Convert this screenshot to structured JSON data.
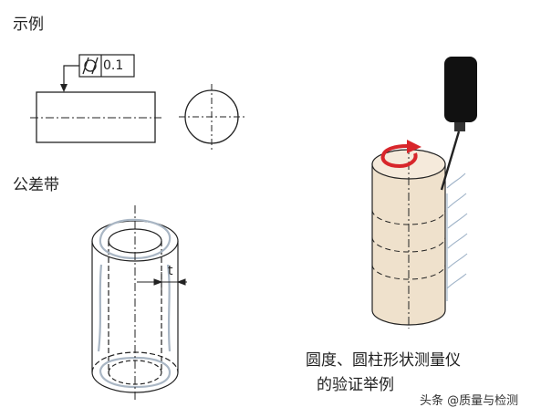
{
  "labels": {
    "example": "示例",
    "tolerance_zone": "公差带",
    "tolerance_value": "0.1",
    "zone_width": "t",
    "caption_line1": "圆度、圆柱形状测量仪",
    "caption_line2": "的验证举例"
  },
  "watermark": {
    "text": "头条 @质量与检测"
  },
  "icons": {
    "cylindricity_symbol": "cylindricity-icon",
    "rotation_arrow": "rotation-arrow-icon"
  },
  "colors": {
    "line": "#222222",
    "cylinder_fill": "#efe1cc",
    "rotation_arrow": "#d8262b",
    "probe": "#111111",
    "trace": "#9fb3c8",
    "zone_fill": "#dfe3e8"
  }
}
